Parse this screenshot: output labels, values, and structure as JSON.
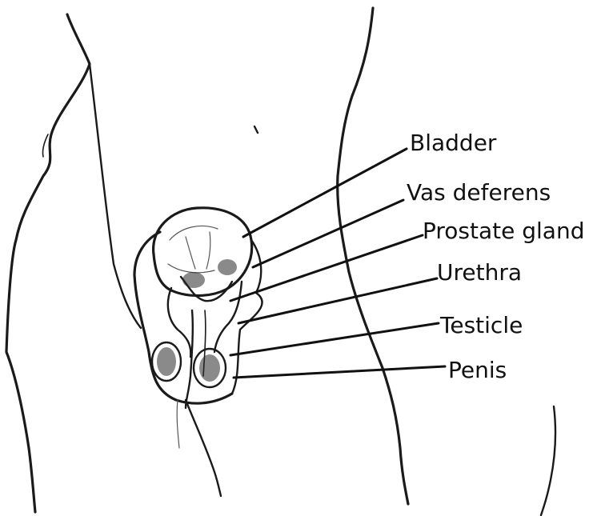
{
  "labels": [
    {
      "key": "bladder",
      "text": "Bladder"
    },
    {
      "key": "vas_deferens",
      "text": "Vas deferens"
    },
    {
      "key": "prostate_gland",
      "text": "Prostate gland"
    },
    {
      "key": "urethra",
      "text": "Urethra"
    },
    {
      "key": "testicle",
      "text": "Testicle"
    },
    {
      "key": "penis",
      "text": "Penis"
    }
  ],
  "colors": {
    "ink": "#1a1a1a",
    "background": "#ffffff"
  }
}
